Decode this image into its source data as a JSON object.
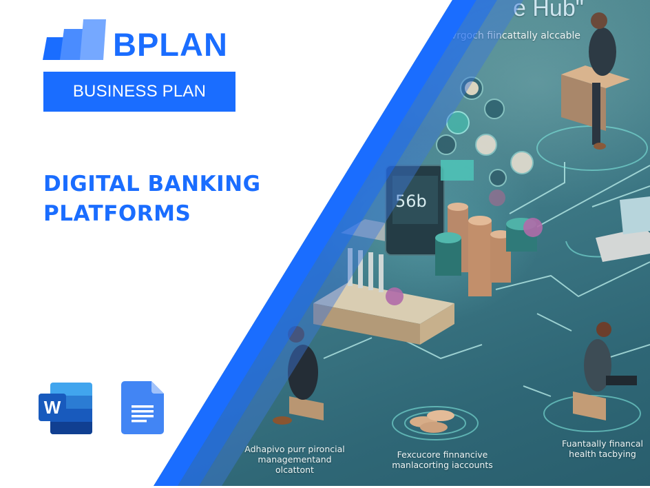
{
  "brand": {
    "logo_text": "BPLAN",
    "badge_text": "BUSINESS PLAN",
    "colors": {
      "primary": "#1a6dff",
      "bar_dark": "#1a6dff",
      "bar_mid": "#4a8cff",
      "bar_light": "#75a8ff"
    }
  },
  "title": {
    "line1": "DIGITAL BANKING",
    "line2": "PLATFORMS"
  },
  "format_icons": [
    {
      "name": "microsoft-word-icon",
      "letter": "W"
    },
    {
      "name": "google-docs-icon"
    }
  ],
  "illustration": {
    "heading_fragment": "e Hub\"",
    "subheading": "vrgoch fiincattally alccable",
    "phone_display": "56b",
    "captions": [
      {
        "line1": "Adhapivo purr pironcial",
        "line2": "managementand olcattont"
      },
      {
        "line1": "Fexcucore finnancive",
        "line2": "manlacorting iaccounts"
      },
      {
        "line1": "Fuantaally financal",
        "line2": "health tacbying"
      }
    ]
  }
}
